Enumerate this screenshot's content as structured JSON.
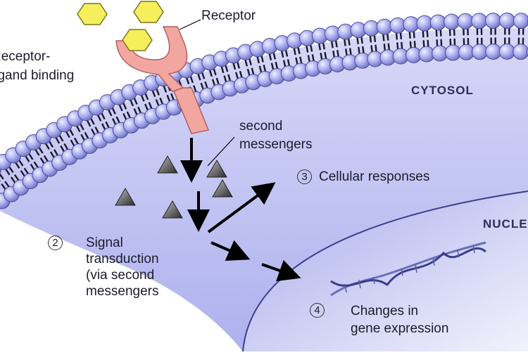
{
  "labels": {
    "receptor": "Receptor",
    "binding_line1": "Receptor-",
    "binding_line2": "ligand binding",
    "cytosol": "CYTOSOL",
    "nucleus": "NUCLEUS",
    "second_messengers_line1": "second",
    "second_messengers_line2": "messengers",
    "step2_number": "2",
    "step2_lines": [
      "Signal",
      "transduction",
      "(via second",
      "messengers"
    ],
    "step3_number": "3",
    "step3_text": "Cellular responses",
    "step4_number": "4",
    "step4_lines": [
      "Changes in",
      "gene expression"
    ]
  },
  "colors": {
    "cytosol_fill": "#c9cbf5",
    "phospholipid_head": "#a9acee",
    "phospholipid_tail": "#1a1a2a",
    "ligand": "#f4ef5a",
    "receptor": "#f2a6a0",
    "arrow": "#000000"
  }
}
